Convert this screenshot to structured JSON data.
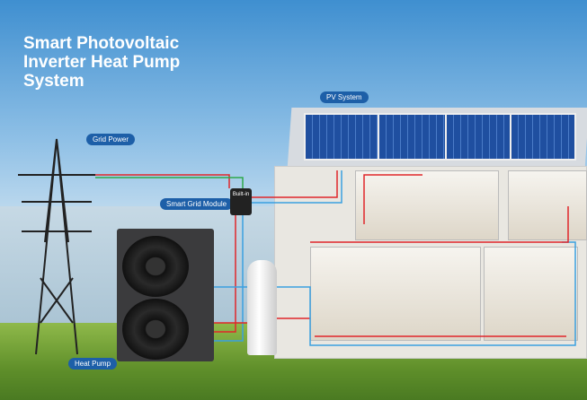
{
  "title": "Smart Photovoltaic Inverter Heat Pump System",
  "labels": {
    "pv": "PV System",
    "grid": "Grid Power",
    "module": "Smart Grid Module",
    "heat_pump": "Heat Pump",
    "builtin": "Built-in"
  },
  "colors": {
    "label_bg": "#1d5fa8",
    "pipe_hot": "#e0262a",
    "pipe_cold": "#3aa0e0",
    "grid_line": "#2ea84a"
  }
}
